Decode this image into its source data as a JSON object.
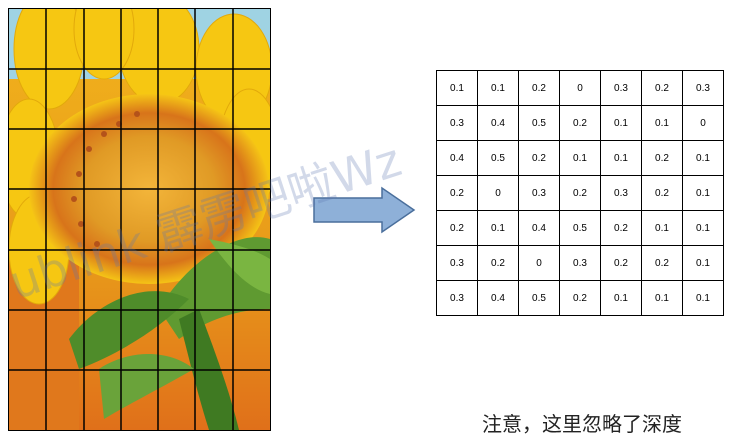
{
  "matrix": {
    "rows": [
      [
        "0.1",
        "0.1",
        "0.2",
        "0",
        "0.3",
        "0.2",
        "0.3"
      ],
      [
        "0.3",
        "0.4",
        "0.5",
        "0.2",
        "0.1",
        "0.1",
        "0"
      ],
      [
        "0.4",
        "0.5",
        "0.2",
        "0.1",
        "0.1",
        "0.2",
        "0.1"
      ],
      [
        "0.2",
        "0",
        "0.3",
        "0.2",
        "0.3",
        "0.2",
        "0.1"
      ],
      [
        "0.2",
        "0.1",
        "0.4",
        "0.5",
        "0.2",
        "0.1",
        "0.1"
      ],
      [
        "0.3",
        "0.2",
        "0",
        "0.3",
        "0.2",
        "0.2",
        "0.1"
      ],
      [
        "0.3",
        "0.4",
        "0.5",
        "0.2",
        "0.1",
        "0.1",
        "0.1"
      ]
    ]
  },
  "watermark": {
    "text": "ublink 霹雳吧啦Wz"
  },
  "caption": {
    "text": "注意，这里忽略了深度"
  },
  "colors": {
    "sky": "#9fd3e3",
    "petal": "#f6c712",
    "center": "#d8741a",
    "stem": "#4f8c2a",
    "arrow_fill": "#8eb0d8",
    "arrow_stroke": "#4a6f9c"
  },
  "icons": {
    "photo": "sunflower-image",
    "arrow": "right-arrow-icon"
  }
}
